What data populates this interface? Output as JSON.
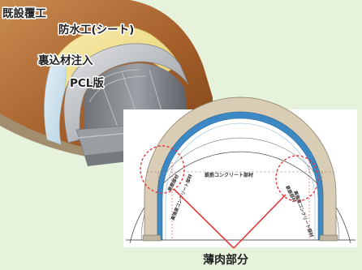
{
  "top_illustration": {
    "labels": {
      "existing_lining": "既設覆工",
      "waterproofing": "防水工(シート)",
      "backfill_injection": "裏込材注入",
      "pcl_panel": "PCL版"
    }
  },
  "cross_section": {
    "title": "既設トンネル覆工",
    "inner_labels": {
      "top": "鉄筋コンクリート部材",
      "left_upper": "鉄筋部材",
      "left_lower": "高強度コンクリート部材",
      "right_upper": "鉄筋部材",
      "right_lower": "高強度コンクリート部材"
    },
    "callout": "薄肉部分"
  },
  "colors": {
    "background": "#e6f2dc",
    "lining_brown": "#b06a32",
    "sheet_yellow": "#f2e18a",
    "backfill_blue": "#cfe3ee",
    "panel_gray": "#b9bcbf",
    "ring_beige": "#d9cdb5",
    "ring_blue": "#3b88c4",
    "callout_red": "#e0383a"
  }
}
